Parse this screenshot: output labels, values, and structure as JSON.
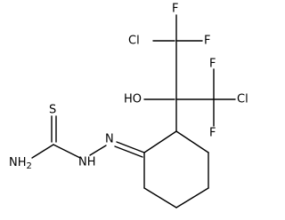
{
  "labels": {
    "cl_top": "Cl",
    "f_top": "F",
    "f_top_right": "F",
    "ho": "HO",
    "f_mid": "F",
    "cl_mid": "Cl",
    "f_bottom": "F",
    "s": "S",
    "nh2": "NH",
    "nh2_sub": "2",
    "nh": "NH",
    "n": "N"
  }
}
